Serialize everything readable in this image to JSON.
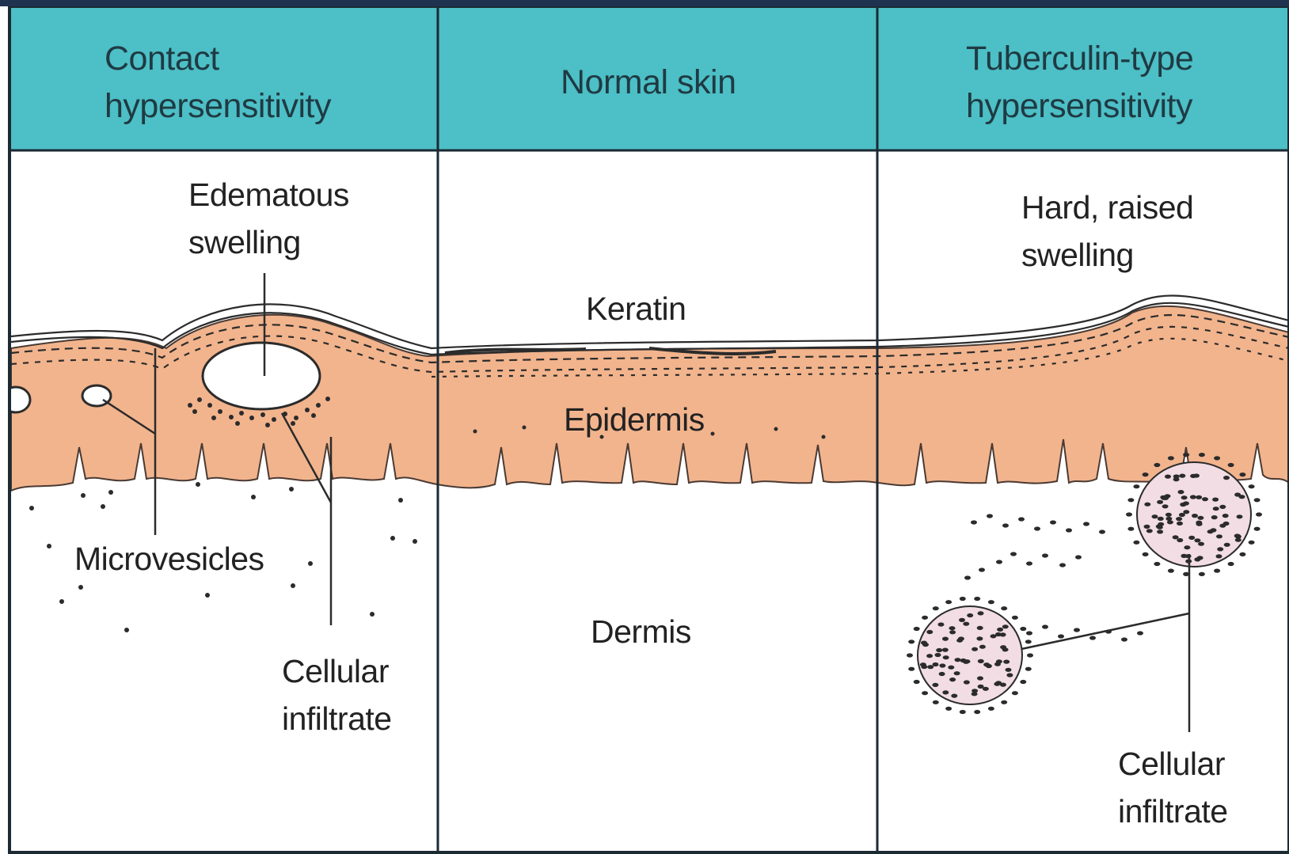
{
  "colors": {
    "header_bg": "#4dbfc6",
    "epidermis": "#f2b48d",
    "frame": "#1c2a33",
    "infiltrate_fill": "#f1dde3"
  },
  "panels": [
    {
      "id": "contact",
      "header": [
        "Contact",
        "hypersensitivity"
      ],
      "labels": {
        "edematous": [
          "Edematous",
          "swelling"
        ],
        "microvesicles": "Microvesicles",
        "cellular": [
          "Cellular",
          "infiltrate"
        ]
      }
    },
    {
      "id": "normal",
      "header": [
        "Normal skin"
      ],
      "labels": {
        "keratin": "Keratin",
        "epidermis": "Epidermis",
        "dermis": "Dermis"
      }
    },
    {
      "id": "tuberculin",
      "header": [
        "Tuberculin-type",
        "hypersensitivity"
      ],
      "labels": {
        "hard": [
          "Hard, raised",
          "swelling"
        ],
        "cellular": [
          "Cellular",
          "infiltrate"
        ]
      }
    }
  ]
}
